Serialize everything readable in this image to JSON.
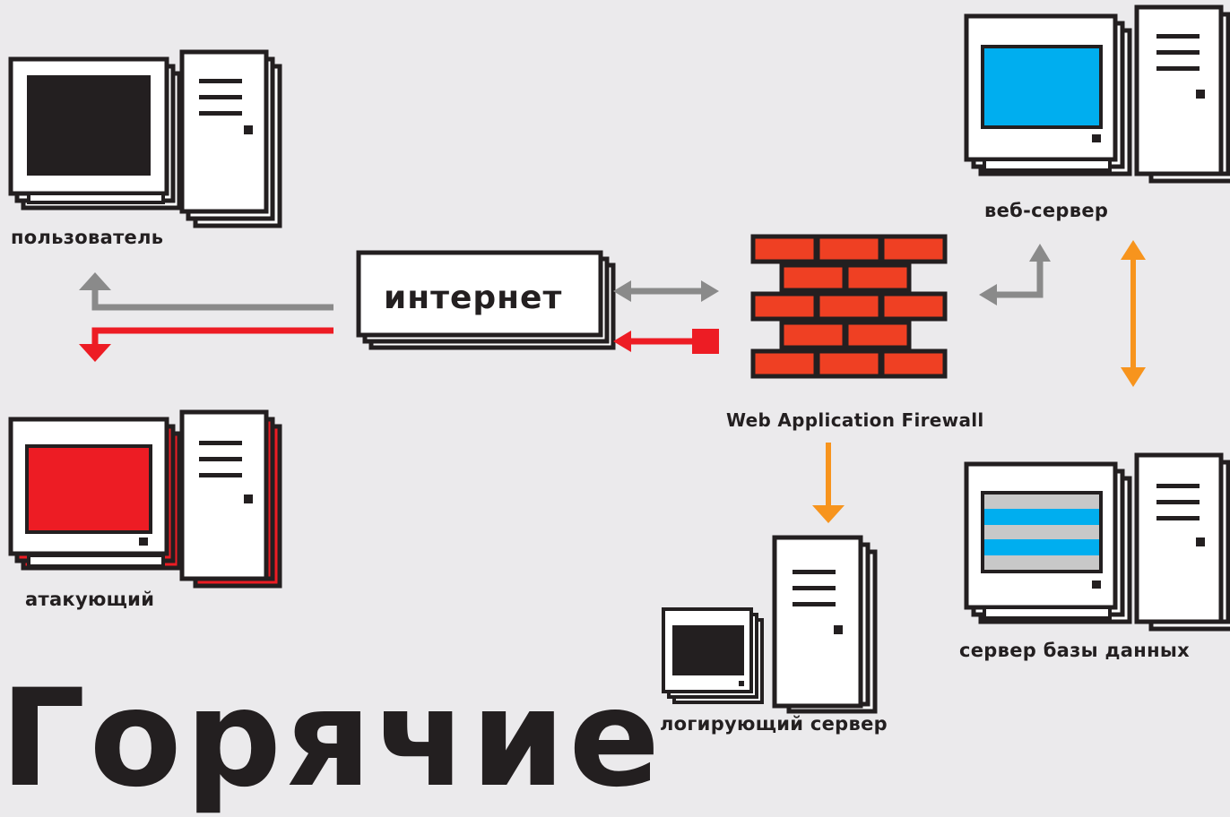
{
  "diagram": {
    "nodes": {
      "user": {
        "label": "пользователь",
        "screen_color": "#231f20"
      },
      "attacker": {
        "label": "атакующий",
        "screen_color": "#ed1c24",
        "shadow_color": "#ed1c24"
      },
      "internet": {
        "label": "интернет"
      },
      "waf": {
        "label": "Web Application Firewall",
        "brick_color": "#ef4023"
      },
      "web_server": {
        "label": "веб-сервер",
        "screen_color": "#00aeef"
      },
      "db_server": {
        "label": "сервер базы данных",
        "stripe_colors": [
          "#00aeef",
          "#c8c8c8"
        ]
      },
      "log_server": {
        "label": "логирующий сервер",
        "screen_color": "#231f20"
      }
    },
    "edges": [
      {
        "from": "internet",
        "to": "user",
        "color": "#8a8a8a",
        "kind": "legit"
      },
      {
        "from": "internet",
        "to": "attacker",
        "color": "#ed1c24",
        "kind": "blocked"
      },
      {
        "from": "internet",
        "to": "waf",
        "color": "#8a8a8a",
        "kind": "bidirectional"
      },
      {
        "from": "waf",
        "to": "internet",
        "color": "#ed1c24",
        "kind": "blocked"
      },
      {
        "from": "waf",
        "to": "web_server",
        "color": "#8a8a8a",
        "kind": "bidirectional"
      },
      {
        "from": "web_server",
        "to": "db_server",
        "color": "#f7941d",
        "kind": "bidirectional"
      },
      {
        "from": "waf",
        "to": "log_server",
        "color": "#f7941d",
        "kind": "one-way"
      }
    ]
  },
  "heading": {
    "partial_text": "Горячие"
  },
  "colors": {
    "background": "#ebeaec",
    "outline": "#231f20",
    "gray_arrow": "#8a8a8a",
    "red_arrow": "#ed1c24",
    "orange_arrow": "#f7941d"
  }
}
